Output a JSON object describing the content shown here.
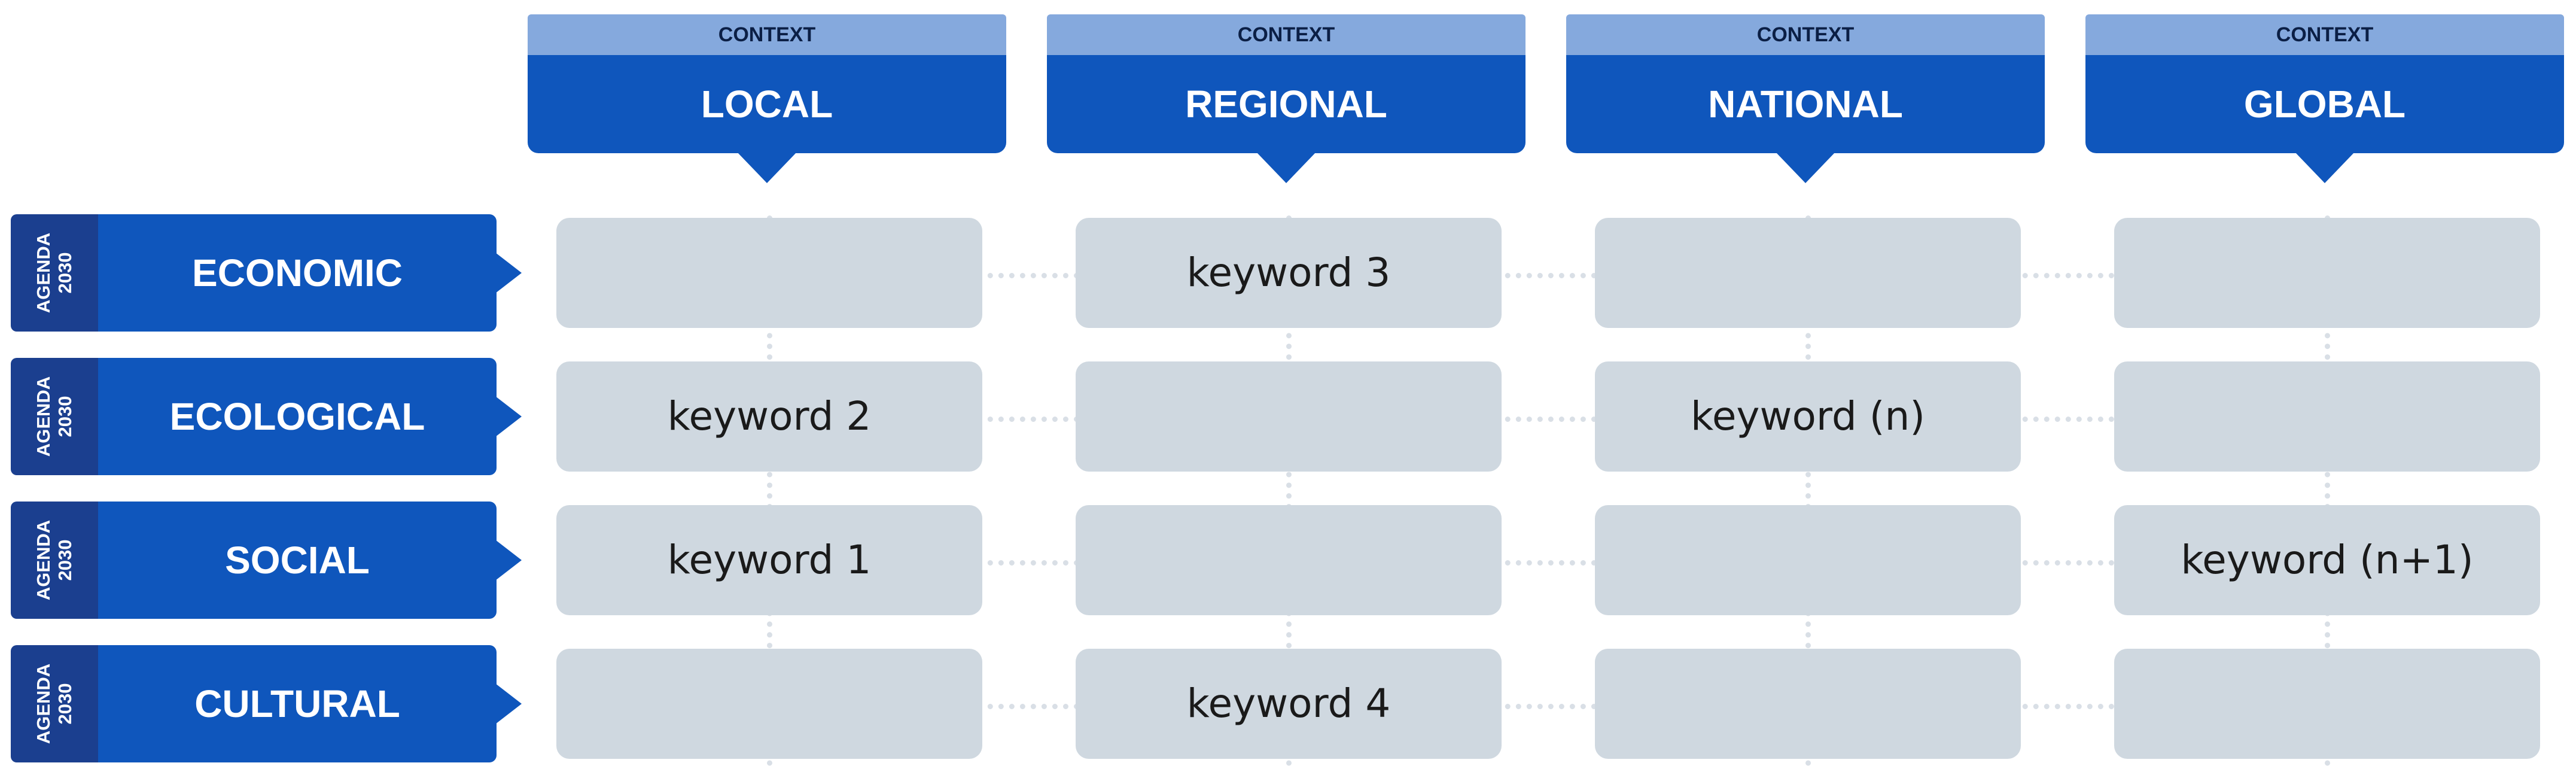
{
  "columns": [
    {
      "context_label": "CONTEXT",
      "title": "LOCAL"
    },
    {
      "context_label": "CONTEXT",
      "title": "REGIONAL"
    },
    {
      "context_label": "CONTEXT",
      "title": "NATIONAL"
    },
    {
      "context_label": "CONTEXT",
      "title": "GLOBAL"
    }
  ],
  "rows": [
    {
      "agenda_line1": "AGENDA",
      "agenda_line2": "2030",
      "title": "ECONOMIC"
    },
    {
      "agenda_line1": "AGENDA",
      "agenda_line2": "2030",
      "title": "ECOLOGICAL"
    },
    {
      "agenda_line1": "AGENDA",
      "agenda_line2": "2030",
      "title": "SOCIAL"
    },
    {
      "agenda_line1": "AGENDA",
      "agenda_line2": "2030",
      "title": "CULTURAL"
    }
  ],
  "cells": [
    [
      "",
      "keyword 3",
      "",
      ""
    ],
    [
      "keyword 2",
      "",
      "keyword (n)",
      ""
    ],
    [
      "keyword 1",
      "",
      "",
      "keyword (n+1)"
    ],
    [
      "",
      "keyword 4",
      "",
      ""
    ]
  ],
  "colors": {
    "header_dark_blue": "#0f56bc",
    "header_light_blue": "#85a9dd",
    "agenda_navy": "#1b3f8f",
    "cell_gray": "#cfd8e0",
    "connector_dots": "#d9dfe6"
  }
}
